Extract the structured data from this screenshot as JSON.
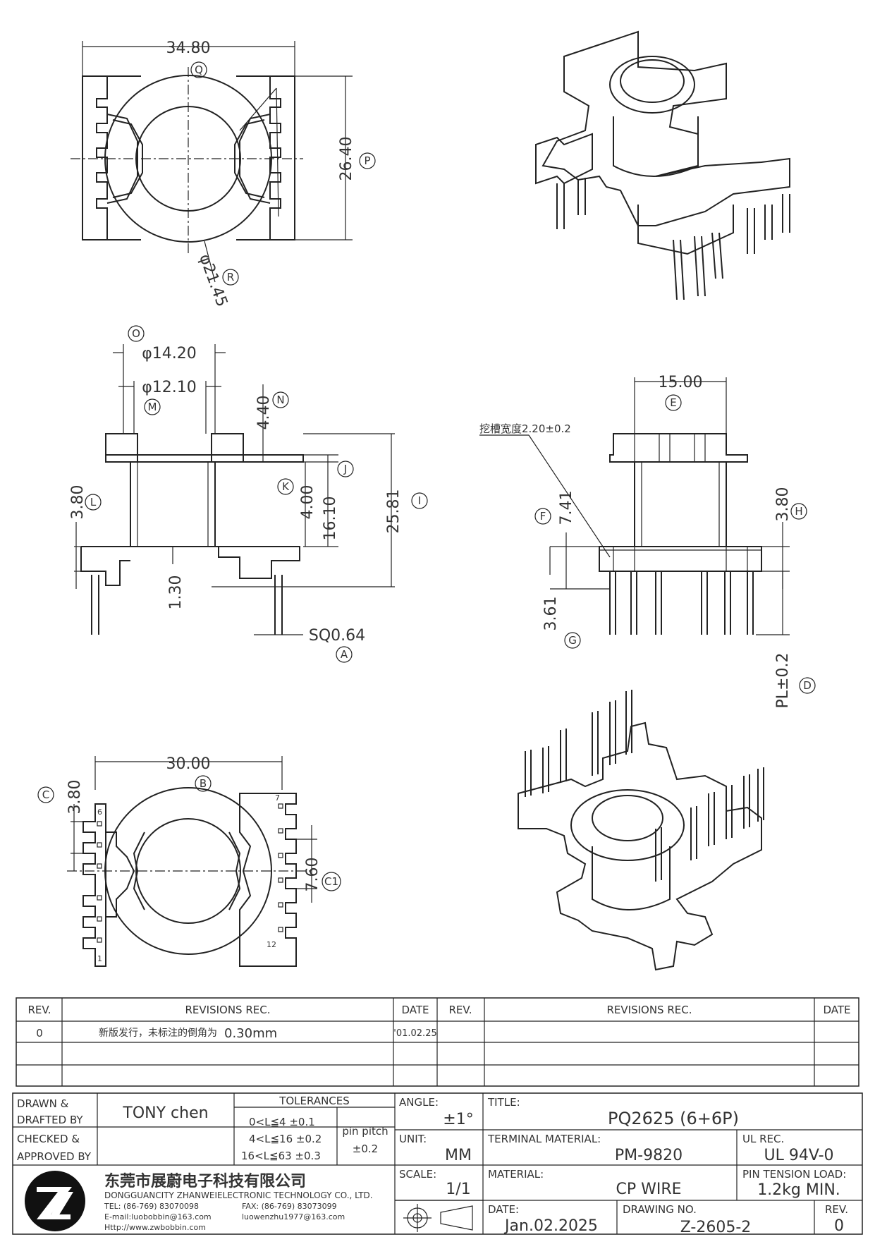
{
  "dimensions": {
    "top_width": "34.80",
    "top_height": "26.40",
    "top_diameter": "φ21.45",
    "side_od": "φ14.20",
    "side_id": "φ12.10",
    "flange_top": "4.40",
    "winding_k": "4.00",
    "winding_j": "16.10",
    "total_height": "25.81",
    "flange_l": "3.80",
    "base_offset": "1.30",
    "pin_square": "SQ0.64",
    "front_width": "15.00",
    "slot": "挖槽宽度2.20±0.2",
    "front_f": "7.41",
    "front_h": "3.80",
    "front_g": "3.61",
    "pin_length": "PL±0.2",
    "bottom_width": "30.00",
    "bottom_c": "3.80",
    "bottom_c1": "7.60",
    "pin6": "6",
    "pin7": "7",
    "pin12": "12",
    "pin1": "1"
  },
  "markers": {
    "Q": "Q",
    "P": "P",
    "R": "R",
    "O": "O",
    "N": "N",
    "M": "M",
    "J": "J",
    "K": "K",
    "I": "I",
    "L": "L",
    "A": "A",
    "E": "E",
    "F": "F",
    "H": "H",
    "G": "G",
    "D": "D",
    "B": "B",
    "C": "C",
    "C1": "C1"
  },
  "revisions": {
    "left_header": {
      "rev": "REV.",
      "rec": "REVISIONS   REC.",
      "date": "DATE"
    },
    "right_header": {
      "rev": "REV.",
      "rec": "REVISIONS   REC.",
      "date": "DATE"
    },
    "rows": [
      {
        "rev": "0",
        "note": "新版发行，未标注的倒角为",
        "value": "0.30mm",
        "date": "'01.02.25"
      }
    ]
  },
  "title_block": {
    "drawn_label": "DRAWN &\nDRAFTED BY",
    "drawn_label1": "DRAWN &",
    "drawn_label2": "DRAFTED BY",
    "drawn_value": "TONY  chen",
    "checked_label1": "CHECKED &",
    "checked_label2": "APPROVED BY",
    "tolerances_label": "TOLERANCES",
    "tol1": "0<L≦4    ±0.1",
    "tol2": "4<L≦16   ±0.2",
    "tol3": "16<L≦63  ±0.3",
    "pin_pitch_label": "pin  pitch",
    "pin_pitch_value": "±0.2",
    "angle_label": "ANGLE:",
    "angle_value": "±1°",
    "unit_label": "UNIT:",
    "unit_value": "MM",
    "scale_label": "SCALE:",
    "scale_value": "1/1",
    "title_label": "TITLE:",
    "title_value": "PQ2625 (6+6P)",
    "terminal_label": "TERMINAL MATERIAL:",
    "terminal_value": "PM-9820",
    "ul_label": "UL REC.",
    "ul_value": "UL 94V-0",
    "material_label": "MATERIAL:",
    "material_value": "CP  WIRE",
    "pin_tension_label": "PIN TENSION LOAD:",
    "pin_tension_value": "1.2kg  MIN.",
    "date_label": "DATE:",
    "date_value": "Jan.02.2025",
    "drawing_no_label": "DRAWING NO.",
    "drawing_no_value": "Z-2605-2",
    "rev_label": "REV.",
    "rev_value": "0",
    "company_cn": "东莞市展蔚电子科技有限公司",
    "company_en": "DONGGUANCITY ZHANWEIELECTRONIC TECHNOLOGY CO., LTD.",
    "tel": "TEL: (86-769) 83070098",
    "fax": "FAX: (86-769) 83073099",
    "email1": "E-mail:luobobbin@163.com",
    "email2": "luowenzhu1977@163.com",
    "web": "Http://www.zwbobbin.com"
  }
}
